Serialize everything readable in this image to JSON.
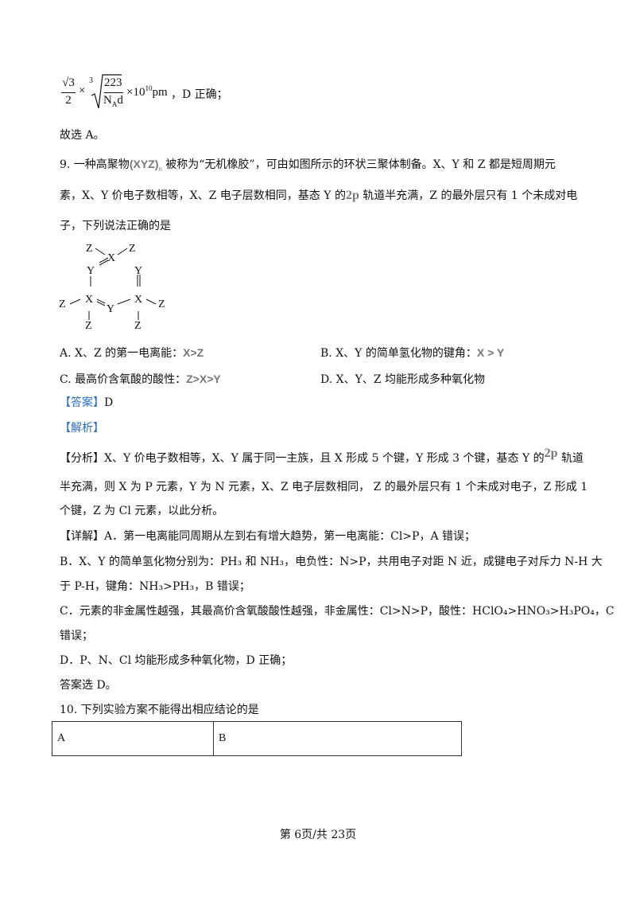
{
  "formula": {
    "frac_num": "√3",
    "frac_den": "2",
    "times": "×",
    "root_index": "3",
    "root_num": "223",
    "root_den": "N",
    "root_den_sub": "A",
    "root_den_tail": "d",
    "power": "×10",
    "power_exp": "10",
    "unit": "pm",
    "tail": "，D 正确；"
  },
  "line_choose_a": "故选 A。",
  "q9": {
    "number_intro": "9. 一种高聚物",
    "poly_formula": "(XYZ)",
    "poly_sub": "n",
    "after_formula": " 被称为“无机橡胶”，可由如图所示的环状三聚体制备。X、Y 和 Z 都是短周期元",
    "line2_a": "素，X、Y 价电子数相等，X、Z 电子层数相同，基态 Y 的",
    "orbital": "2p",
    "line2_b": " 轨道半充满，Z 的最外层只有 1 个未成对电",
    "line3": "子，下列说法正确的是",
    "molecule_labels": [
      "Z",
      "X",
      "Z",
      "Y",
      "Y",
      "Z",
      "X",
      "Y",
      "X",
      "Z",
      "Z",
      "Z"
    ],
    "options": {
      "a_text": "A. X、Z 的第一电离能：",
      "a_formula": "X>Z",
      "b_text": "B. X、Y 的简单氢化物的键角：",
      "b_formula": "X > Y",
      "c_text": "C. 最高价含氧酸的酸性：",
      "c_formula": "Z>X>Y",
      "d_text": "D. X、Y、Z 均能形成多种氧化物"
    },
    "answer_label": "【答案】",
    "answer_value": "D",
    "analysis_label": "【解析】",
    "fenxi_1": "【分析】X、Y 价电子数相等，X、Y 属于同一主族，且 X 形成 5 个键，Y 形成 3 个键，基态 Y 的",
    "fenxi_orbital": "2p",
    "fenxi_1b": "  轨道",
    "fenxi_2": "半充满，则 X 为 P 元素，Y 为 N 元素，X、Z 电子层数相同，  Z 的最外层只有 1 个未成对电子，Z 形成 1",
    "fenxi_3": "个键，Z 为 Cl 元素，以此分析。",
    "detail_1": "【详解】A．第一电离能同周期从左到右有增大趋势，第一电离能：Cl>P，A 错误；",
    "detail_2": "B．X、Y 的简单氢化物分别为：PH₃ 和 NH₃，电负性：N>P，共用电子对距 N 近，成键电子对斥力 N-H 大",
    "detail_3": "于 P-H，键角：NH₃>PH₃，B 错误；",
    "detail_4": "C．元素的非金属性越强，其最高价含氧酸酸性越强，非金属性：Cl>N>P，酸性：HClO₄>HNO₃>H₃PO₄，C",
    "detail_5": "错误；",
    "detail_6": "D．P、N、Cl 均能形成多种氧化物，D 正确；",
    "detail_7": "答案选 D。"
  },
  "q10": {
    "title": "10. 下列实验方案不能得出相应结论的是",
    "col_a": "A",
    "col_b": "B"
  },
  "footer": "第 6页/共 23页"
}
